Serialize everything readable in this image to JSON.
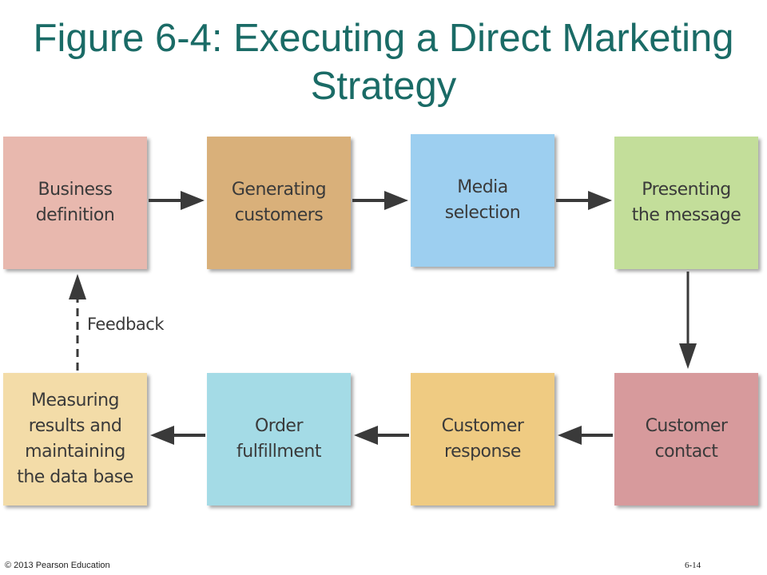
{
  "title": "Figure 6-4: Executing a Direct Marketing Strategy",
  "steps": [
    {
      "label": "Business\ndefinition",
      "color": "#e8b8ae"
    },
    {
      "label": "Generating\ncustomers",
      "color": "#d9b07a"
    },
    {
      "label": "Media\nselection",
      "color": "#9dcff0"
    },
    {
      "label": "Presenting\nthe message",
      "color": "#c3de9a"
    },
    {
      "label": "Customer\ncontact",
      "color": "#d79a9c"
    },
    {
      "label": "Customer\nresponse",
      "color": "#efcb82"
    },
    {
      "label": "Order\nfulfillment",
      "color": "#a4dbe6"
    },
    {
      "label": "Measuring\nresults and\nmaintaining\nthe data base",
      "color": "#f3dca8"
    }
  ],
  "feedback_label": "Feedback",
  "footer": {
    "copyright": "© 2013 Pearson Education",
    "page_number": "6-14"
  }
}
